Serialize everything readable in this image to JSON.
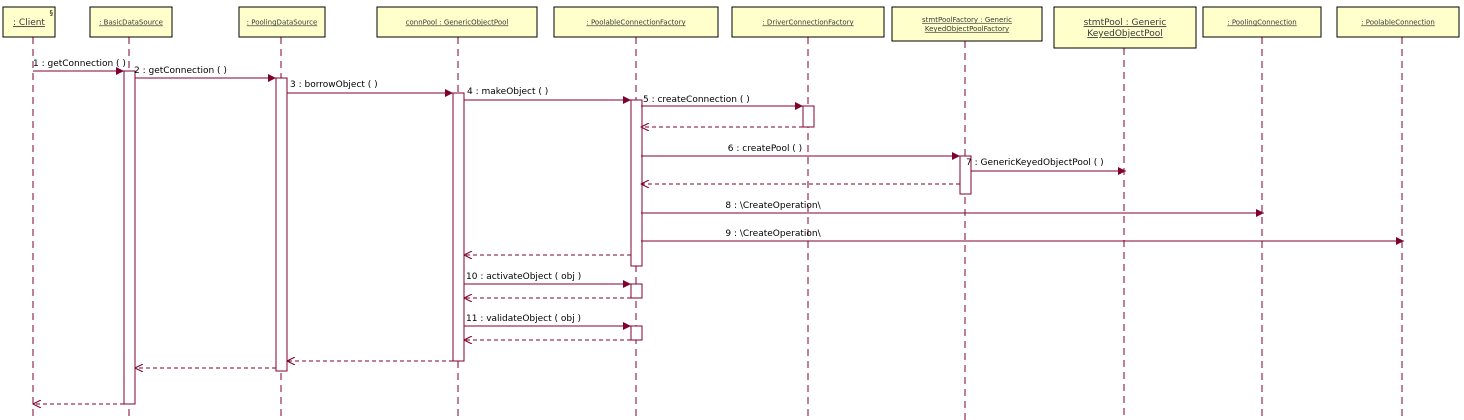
{
  "colors": {
    "box_fill": "#ffffcc",
    "line": "#800030",
    "text": "#000000"
  },
  "objects": [
    {
      "id": "client",
      "lines": [
        ": Client"
      ],
      "marker": "§"
    },
    {
      "id": "basic",
      "lines": [
        ": BasicDataSource"
      ]
    },
    {
      "id": "pooling",
      "lines": [
        ": PoolingDataSource"
      ]
    },
    {
      "id": "connpool",
      "lines": [
        "connPool : GenericObjectPool"
      ]
    },
    {
      "id": "pcf",
      "lines": [
        ": PoolableConnectionFactory"
      ]
    },
    {
      "id": "dcf",
      "lines": [
        ": DriverConnectionFactory"
      ]
    },
    {
      "id": "spf",
      "lines": [
        "stmtPoolFactory : Generic",
        "KeyedObjectPoolFactory"
      ]
    },
    {
      "id": "stmtpool",
      "lines": [
        "stmtPool : Generic",
        "KeyedObjectPool"
      ]
    },
    {
      "id": "pconn",
      "lines": [
        ": PoolingConnection"
      ]
    },
    {
      "id": "poolconn",
      "lines": [
        ": PoolableConnection"
      ]
    }
  ],
  "messages": [
    {
      "from": "client",
      "to": "basic",
      "label": "1 : getConnection ( )"
    },
    {
      "from": "basic",
      "to": "pooling",
      "label": "2 : getConnection ( )"
    },
    {
      "from": "pooling",
      "to": "connpool",
      "label": "3 : borrowObject ( )"
    },
    {
      "from": "connpool",
      "to": "pcf",
      "label": "4 : makeObject ( )"
    },
    {
      "from": "pcf",
      "to": "dcf",
      "label": "5 : createConnection ( )"
    },
    {
      "from": "dcf",
      "to": "pcf",
      "label": "",
      "return": true
    },
    {
      "from": "pcf",
      "to": "spf",
      "label": "6 : createPool ( )"
    },
    {
      "from": "spf",
      "to": "stmtpool",
      "label": "7 : GenericKeyedObjectPool ( )"
    },
    {
      "from": "spf",
      "to": "pcf",
      "label": "",
      "return": true
    },
    {
      "from": "pcf",
      "to": "pconn",
      "label": "8 : \\CreateOperation\\"
    },
    {
      "from": "pcf",
      "to": "poolconn",
      "label": "9 : \\CreateOperation\\"
    },
    {
      "from": "pcf",
      "to": "connpool",
      "label": "",
      "return": true
    },
    {
      "from": "connpool",
      "to": "pcf",
      "label": "10 : activateObject ( obj )"
    },
    {
      "from": "pcf",
      "to": "connpool",
      "label": "",
      "return": true
    },
    {
      "from": "connpool",
      "to": "pcf",
      "label": "11 : validateObject ( obj )"
    },
    {
      "from": "pcf",
      "to": "connpool",
      "label": "",
      "return": true
    },
    {
      "from": "connpool",
      "to": "pooling",
      "label": "",
      "return": true
    },
    {
      "from": "pooling",
      "to": "basic",
      "label": "",
      "return": true
    },
    {
      "from": "basic",
      "to": "client",
      "label": "",
      "return": true
    }
  ]
}
